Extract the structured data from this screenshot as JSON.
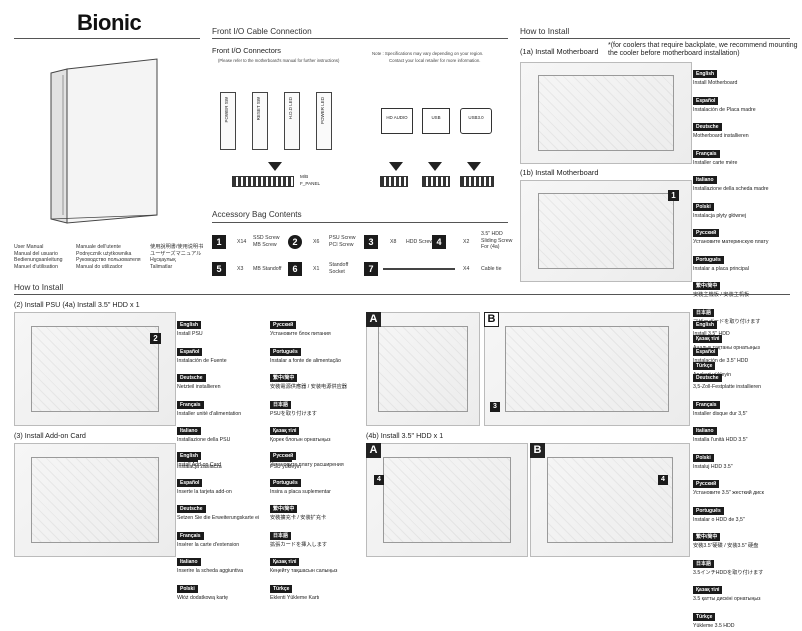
{
  "brand": "Bionic",
  "manual_langs": {
    "col1": [
      "User Manual",
      "Manual del usuario",
      "Bedienungsanleitung",
      "Manuel d'utilisation"
    ],
    "col2": [
      "Manuale dell'utente",
      "Podręcznik użytkownika",
      "Руководство пользователя",
      "Manual do utilizador"
    ],
    "col3": [
      "使用說明書/使用说明书",
      "ユーザーズマニュアル",
      "Нұсқаулық",
      "Talimatlar"
    ]
  },
  "front_io": {
    "title": "Front I/O Cable Connection",
    "connectors_title": "Front I/O Connectors",
    "refer_note": "(Please refer to the motherboard's manual for further instructions)",
    "spec_note": "Note : Specifications may vary depending on your region.",
    "contact_note": "Contact your local retailer for more information.",
    "cables": [
      "POWER SW",
      "RESET SW",
      "H.D.D LED",
      "POWER LED"
    ],
    "headers": [
      "HD AUDIO",
      "USB",
      "USB3.0"
    ],
    "mfpanel": [
      "M/B",
      "F_PANEL"
    ]
  },
  "accessory": {
    "title": "Accessory Bag Contents",
    "items": [
      {
        "num": "1",
        "qty": "X14",
        "label": "SSD Screw",
        "label2": "MB Screw"
      },
      {
        "num": "2",
        "qty": "X6",
        "label": "PSU Screw",
        "label2": "PCI Screw"
      },
      {
        "num": "3",
        "qty": "X8",
        "label": "HDD Screw",
        "label2": ""
      },
      {
        "num": "4",
        "qty": "X2",
        "label": "3.5\" HDD",
        "label2": "Sliding Screw"
      },
      {
        "num": "5",
        "qty": "X3",
        "label": "MB Standoff",
        "label2": ""
      },
      {
        "num": "6",
        "qty": "X1",
        "label": "Standoff",
        "label2": "Socket"
      },
      {
        "num": "7",
        "qty": "X4",
        "label": "Cable tie",
        "label2": ""
      }
    ],
    "for_hdd_note": "For (4a)"
  },
  "how_to_install_right": {
    "title": "How to Install",
    "step1a": "(1a) Install Motherboard",
    "cooler_note": "*(for coolers that require backplate, we recommend mounting the cooler before motherboard installation)",
    "step1b": "(1b) Install Motherboard",
    "langs": [
      {
        "lang": "English",
        "text": "Install Motherboard"
      },
      {
        "lang": "Español",
        "text": "Instalación de Placa madre"
      },
      {
        "lang": "Deutsche",
        "text": "Motherboard installieren"
      },
      {
        "lang": "Français",
        "text": "Installer carte mère"
      },
      {
        "lang": "Italiano",
        "text": "Installazione della scheda madre"
      },
      {
        "lang": "Polski",
        "text": "Instalacja płyty głównej"
      },
      {
        "lang": "Русский",
        "text": "Установите материнскую плату"
      },
      {
        "lang": "Português",
        "text": "Instalar a placa principal"
      },
      {
        "lang": "繁中/简中",
        "text": "安裝主機板 / 安装主机板"
      },
      {
        "lang": "日本語",
        "text": "マザーボードを取り付けます"
      },
      {
        "lang": "Қазақ тілі",
        "text": "Аналық тақтаны орнатыңыз"
      },
      {
        "lang": "Türkçe",
        "text": "Anakart yükleyin"
      }
    ],
    "callout": "1"
  },
  "how_to_install_bottom": {
    "title": "How to Install",
    "step2": "(2) Install PSU (4a) Install 3.5\" HDD x 1",
    "psu_left": [
      {
        "lang": "English",
        "text": "Install PSU"
      },
      {
        "lang": "Español",
        "text": "Instalación de Fuente"
      },
      {
        "lang": "Deutsche",
        "text": "Netzteil installieren"
      },
      {
        "lang": "Français",
        "text": "Installer unité d'alimentation"
      },
      {
        "lang": "Italiano",
        "text": "Installazione della PSU"
      },
      {
        "lang": "Polski",
        "text": "Instalacja zasilacza"
      }
    ],
    "psu_right": [
      {
        "lang": "Русский",
        "text": "Установите блок питания"
      },
      {
        "lang": "Português",
        "text": "Instalar a fonte de alimentação"
      },
      {
        "lang": "繁中/简中",
        "text": "安裝電源供應器 / 安装电源供应器"
      },
      {
        "lang": "日本語",
        "text": "PSUを取り付けます"
      },
      {
        "lang": "Қазақ тілі",
        "text": "Қорек блогын орнатыңыз"
      },
      {
        "lang": "Türkçe",
        "text": "PSU yükleyin"
      }
    ],
    "psu_callout": "2",
    "step3": "(3) Install Add-on Card",
    "addon_left": [
      {
        "lang": "English",
        "text": "Install Add-on Card"
      },
      {
        "lang": "Español",
        "text": "Inserte la tarjeta add-on"
      },
      {
        "lang": "Deutsche",
        "text": "Setzen Sie die Erweiterungskarte ei"
      },
      {
        "lang": "Français",
        "text": "Insérer la carte d'extension"
      },
      {
        "lang": "Italiano",
        "text": "Inserire la scheda aggiuntiva"
      },
      {
        "lang": "Polski",
        "text": "Włóż dodatkową kartę"
      }
    ],
    "addon_right": [
      {
        "lang": "Русский",
        "text": "Установите плату расширения"
      },
      {
        "lang": "Português",
        "text": "Insira a placa suplementar"
      },
      {
        "lang": "繁中/简中",
        "text": "安裝擴充卡 / 安装扩充卡"
      },
      {
        "lang": "日本語",
        "text": "拡張カードを挿入します"
      },
      {
        "lang": "Қазақ тілі",
        "text": "Кеңейту тақшасын салыңыз"
      },
      {
        "lang": "Türkçe",
        "text": "Eklenti Yükleme Kartı"
      }
    ],
    "step4b": "(4b) Install 3.5\" HDD x 1",
    "panel_a": "A",
    "panel_b": "B",
    "hdd_langs": [
      {
        "lang": "English",
        "text": "Install 3.5\" HDD"
      },
      {
        "lang": "Español",
        "text": "Instalación de 3.5\" HDD"
      },
      {
        "lang": "Deutsche",
        "text": "3,5-Zoll-Festplatte installieren"
      },
      {
        "lang": "Français",
        "text": "Installer disque dur 3,5\""
      },
      {
        "lang": "Italiano",
        "text": "Installa l'unità HDD 3.5\""
      },
      {
        "lang": "Polski",
        "text": "Instaluj HDD 3.5\""
      },
      {
        "lang": "Русский",
        "text": "Установите 3.5\" жесткий диск"
      },
      {
        "lang": "Português",
        "text": "Instalar o HDD de 3,5\""
      },
      {
        "lang": "繁中/简中",
        "text": "安裝3.5\"硬碟 / 安装3.5\" 硬盘"
      },
      {
        "lang": "日本語",
        "text": "3.5インチHDDを取り付けます"
      },
      {
        "lang": "Қазақ тілі",
        "text": "3.5 қатты дискіні орнатыңыз"
      },
      {
        "lang": "Türkçe",
        "text": "Yükleme 3.5 HDD"
      }
    ],
    "callouts": {
      "c3": "3",
      "c4": "4",
      "c4b": "4"
    }
  }
}
